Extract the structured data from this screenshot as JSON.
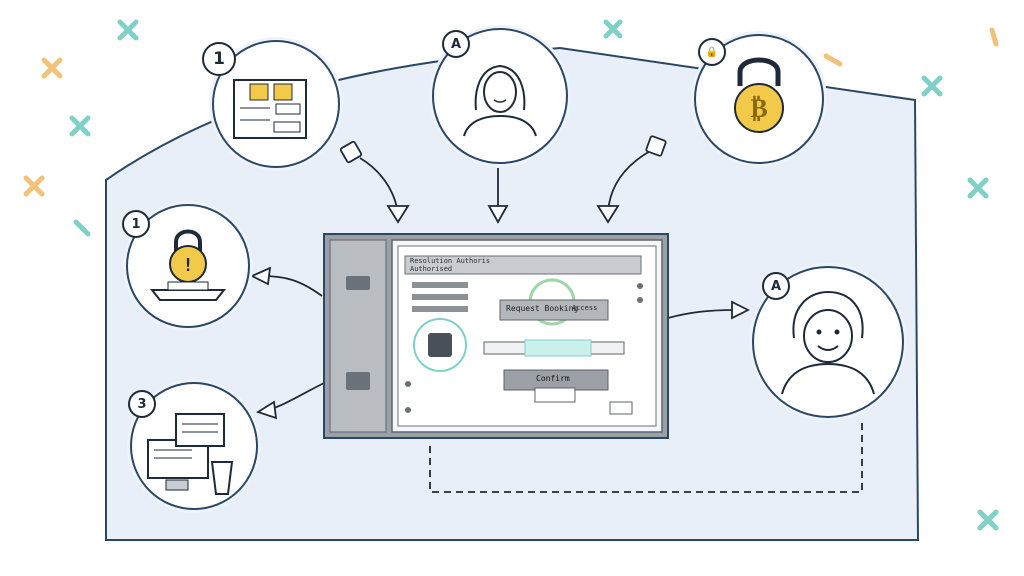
{
  "nodes": {
    "top_left": {
      "badge": "1"
    },
    "top_center": {
      "badge": "A"
    },
    "top_right": {
      "badge": "🔒"
    },
    "mid_left": {
      "badge": "1"
    },
    "bottom_left": {
      "badge": "3"
    },
    "right": {
      "badge": "A"
    }
  },
  "central_window": {
    "header_line1": "Resolution Authoris",
    "header_line2": "Authorised",
    "button_top": "Request Booking",
    "button_top_small": "Access",
    "button_bottom": "Confirm"
  },
  "colors": {
    "outline": "#2b4766",
    "panel_fill": "#e8eff8",
    "lock_gold": "#f3c94a",
    "sparkle_teal": "#7fd1c8",
    "sparkle_orange": "#f2c27a",
    "window_gray": "#8f9399"
  },
  "icons": [
    "document-icon",
    "person-icon",
    "bitcoin-lock-icon",
    "padlock-icon",
    "laptop-cup-icon",
    "avatar-icon",
    "plug-icon"
  ]
}
